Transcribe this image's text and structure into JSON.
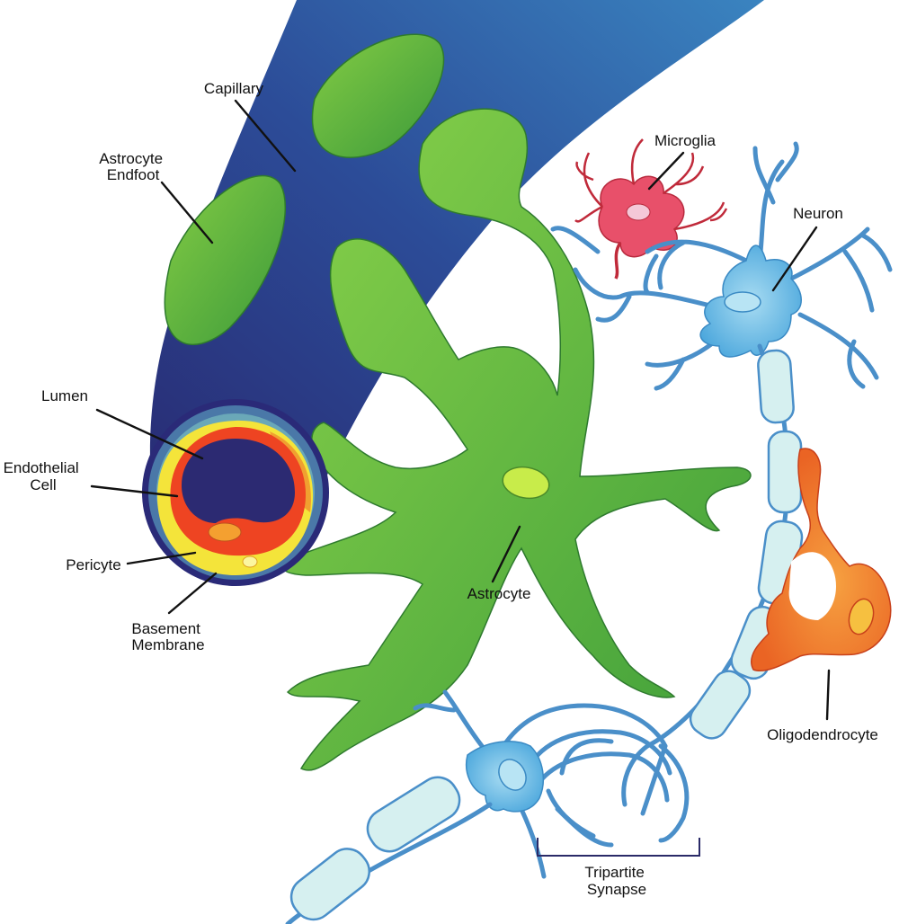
{
  "labels": {
    "capillary": "Capillary",
    "astrocyte_endfoot": [
      "Astrocyte",
      "Endfoot"
    ],
    "microglia": "Microglia",
    "neuron": "Neuron",
    "lumen": "Lumen",
    "endothelial_cell": [
      "Endothelial",
      "Cell"
    ],
    "pericyte": "Pericyte",
    "basement_membrane": [
      "Basement",
      "Membrane"
    ],
    "astrocyte": "Astrocyte",
    "oligodendrocyte": "Oligodendrocyte",
    "tripartite_synapse": [
      "Tripartite",
      "Synapse"
    ]
  },
  "colors": {
    "capillary_dark": "#2a2a78",
    "capillary_light": "#3878b8",
    "astrocyte_green": "#5cb84a",
    "astrocyte_light": "#8ad04a",
    "neuron_blue": "#5ab4e0",
    "microglia_pink": "#e8506a",
    "oligodendrocyte_orange": "#ee7a28",
    "endothelial_red": "#ee4422",
    "pericyte_yellow": "#f8e840"
  }
}
